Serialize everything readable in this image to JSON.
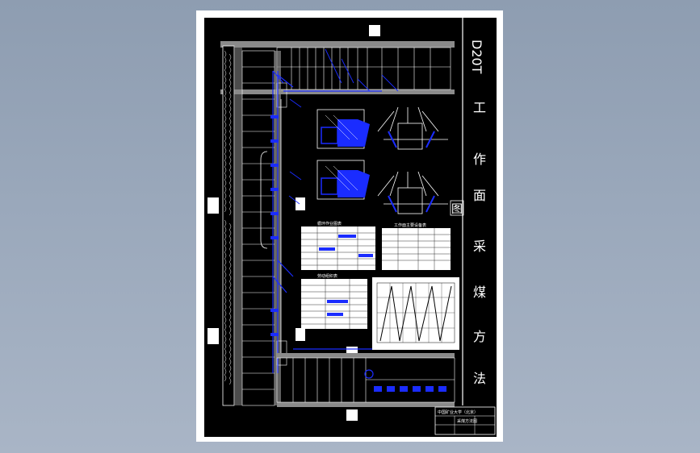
{
  "drawing": {
    "vertical_title": [
      "工",
      "作",
      "面",
      "采",
      "煤",
      "方",
      "法"
    ],
    "title_prefix": "D20T",
    "title_box_char": "图",
    "table1_title": "循环作业图表",
    "table2_title": "工作面主要设备表",
    "table3_title": "劳动组织表",
    "title_block_line1": "中国矿业大学（北京）",
    "title_block_line2": "采煤方法图"
  },
  "colors": {
    "sheet_bg": "#000000",
    "paper": "#ffffff",
    "cad_white": "#ffffff",
    "cad_blue": "#1a2cff",
    "cad_gray": "#8a8a8a"
  }
}
